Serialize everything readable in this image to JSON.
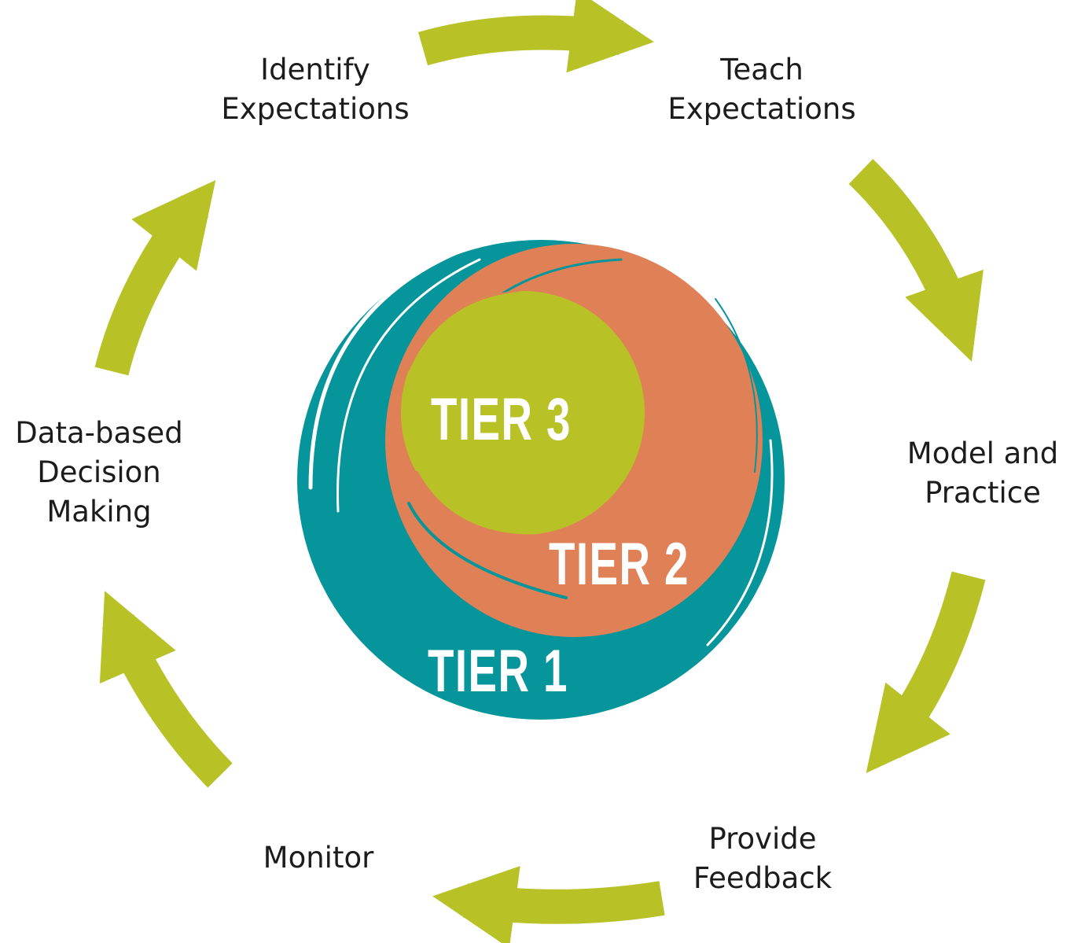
{
  "steps": {
    "identify": [
      "Identify",
      "Expectations"
    ],
    "teach": [
      "Teach",
      "Expectations"
    ],
    "model": [
      "Model and",
      "Practice"
    ],
    "feedback": [
      "Provide",
      "Feedback"
    ],
    "monitor": [
      "Monitor"
    ],
    "decision": [
      "Data-based",
      "Decision",
      "Making"
    ]
  },
  "tiers": {
    "tier1": "TIER 1",
    "tier2": "TIER 2",
    "tier3": "TIER 3"
  },
  "colors": {
    "arrow": "#b8c227",
    "tier1": "#05959b",
    "tier2": "#e08057",
    "tier3": "#b8c227",
    "text": "#1c1c1c"
  }
}
